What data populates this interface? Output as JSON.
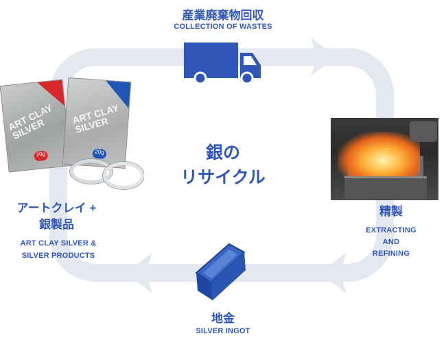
{
  "top": {
    "jp": "産業廃棄物回収",
    "en": "COLLECTION OF WASTES"
  },
  "center": {
    "line1": "銀の",
    "line2": "リサイクル"
  },
  "right": {
    "jp": "精製",
    "en_line1": "EXTRACTING",
    "en_line2": "AND",
    "en_line3": "REFINING"
  },
  "bottom": {
    "jp": "地金",
    "en": "SILVER INGOT"
  },
  "left": {
    "jp_line1": "アートクレイ +",
    "jp_line2": "銀製品",
    "en_line1": "ART CLAY SILVER &",
    "en_line2": "SILVER PRODUCTS"
  },
  "package": {
    "text": "ART CLAY SILVER",
    "weight": "20g"
  },
  "colors": {
    "accent": "#2f56b8",
    "loop": "#e3e8f1",
    "package_red": "#d8262a",
    "package_blue": "#1f55b5"
  }
}
